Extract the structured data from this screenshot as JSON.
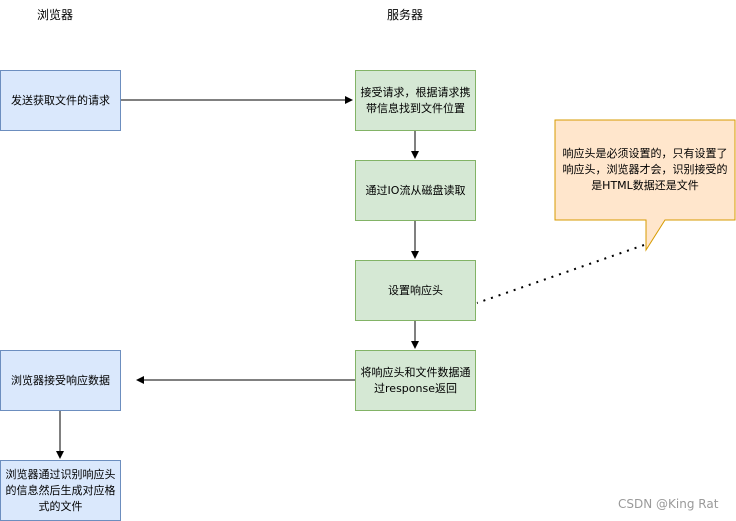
{
  "lanes": {
    "browser": "浏览器",
    "server": "服务器"
  },
  "nodes": {
    "send_request": "发送获取文件的请求",
    "receive_request": "接受请求，根据请求携带信息找到文件位置",
    "read_disk": "通过IO流从磁盘读取",
    "set_header": "设置响应头",
    "return_response": "将响应头和文件数据通过response返回",
    "browser_receive": "浏览器接受响应数据",
    "browser_generate": "浏览器通过识别响应头的信息然后生成对应格式的文件"
  },
  "callout": {
    "text": "响应头是必须设置的，只有设置了响应头，浏览器才会，识别接受的是HTML数据还是文件"
  },
  "watermark": "CSDN @King Rat",
  "colors": {
    "blue_fill": "#dae8fc",
    "blue_stroke": "#6c8ebf",
    "green_fill": "#d5e8d4",
    "green_stroke": "#82b366",
    "callout_fill": "#ffe6cc",
    "callout_stroke": "#d79b00"
  }
}
